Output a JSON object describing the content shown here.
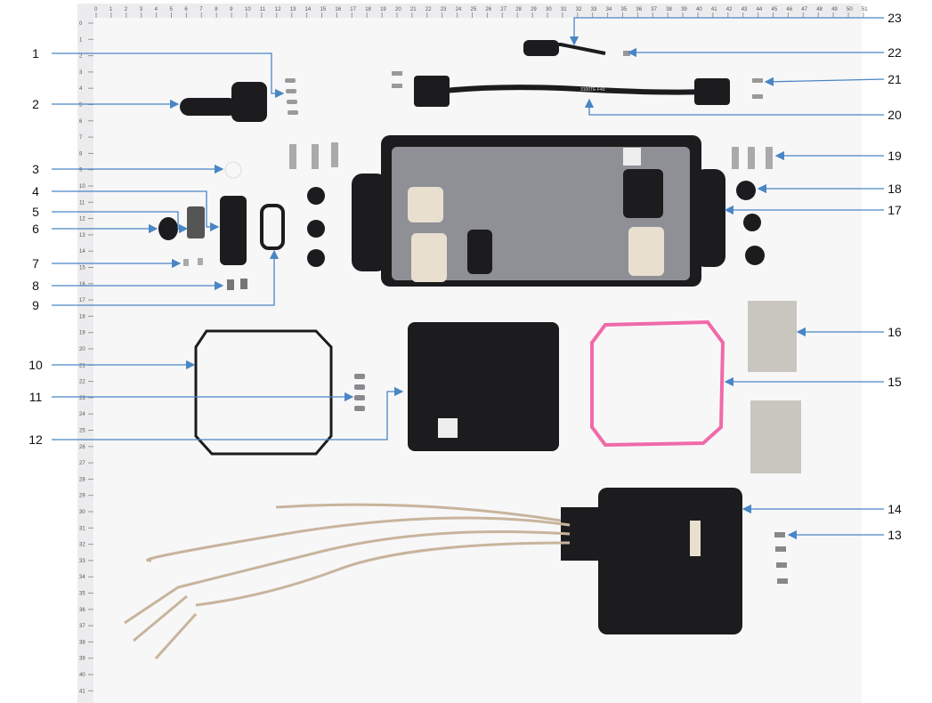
{
  "colors": {
    "callout": "#4a86c5",
    "part": "#1c1c1e",
    "connector": "#e8dfcf",
    "gasket_pink": "#f06aa8",
    "pad": "#c9c6c0",
    "tray": "#8f8f96"
  },
  "callouts_left": [
    "1",
    "2",
    "3",
    "4",
    "5",
    "6",
    "7",
    "8",
    "9",
    "10",
    "11",
    "12"
  ],
  "callouts_right": [
    "23",
    "22",
    "21",
    "20",
    "19",
    "18",
    "17",
    "16",
    "15",
    "14",
    "13"
  ],
  "ruler": {
    "top_max": 51,
    "left_max": 41
  },
  "cable_label": "3100TE F43"
}
